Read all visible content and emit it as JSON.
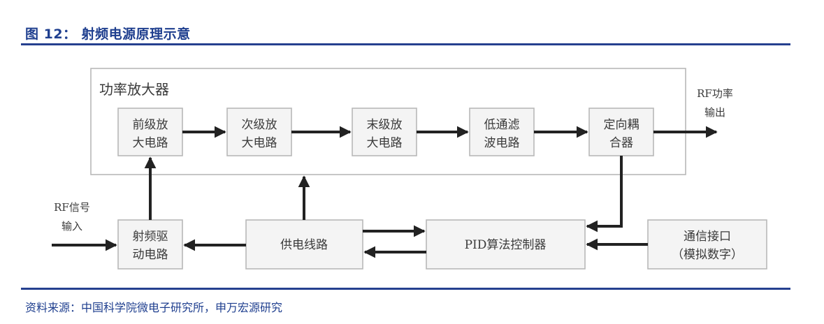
{
  "header": {
    "title": "图 12： 射频电源原理示意"
  },
  "diagram": {
    "group_title": "功率放大器",
    "blocks": {
      "pre_amp": [
        "前级放",
        "大电路"
      ],
      "second_amp": [
        "次级放",
        "大电路"
      ],
      "final_amp": [
        "末级放",
        "大电路"
      ],
      "lowpass": [
        "低通滤",
        "波电路"
      ],
      "coupler": [
        "定向耦",
        "合器"
      ],
      "driver": [
        "射频驱",
        "动电路"
      ],
      "power_supply": [
        "供电线路"
      ],
      "pid": [
        "PID算法控制器"
      ],
      "interface": [
        "通信接口",
        "（模拟数字）"
      ]
    },
    "rf_output": [
      "RF功率",
      "输出"
    ],
    "rf_input": [
      "RF信号",
      "输入"
    ]
  },
  "footer": {
    "source": "资料来源：中国科学院微电子研究所，申万宏源研究"
  },
  "colors": {
    "title_blue": "#1f3f8f",
    "rule_blue": "#25408f",
    "box_border": "#b8b8b8",
    "box_fill": "#f4f4f4",
    "arrow": "#222222"
  }
}
